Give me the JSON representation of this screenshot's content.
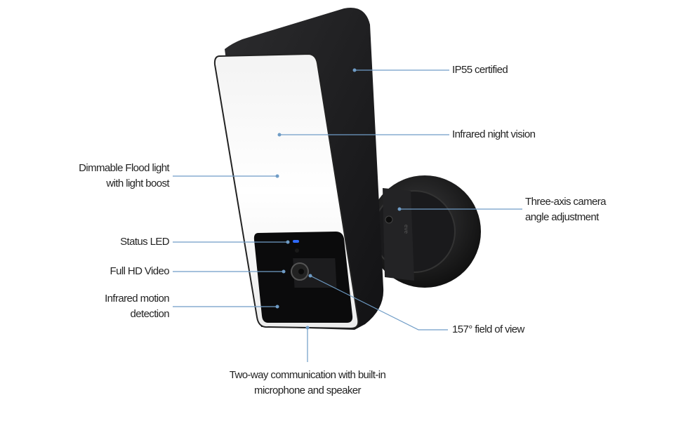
{
  "colors": {
    "leader": "#6f9cc6",
    "housing": "#1d1d1f",
    "light": "#f6f6f6",
    "led": "#2f6bff"
  },
  "product": {
    "logo_text": "eve"
  },
  "callouts": {
    "ip55": "IP55 certified",
    "night_vision": "Infrared night vision",
    "flood_1": "Dimmable Flood light",
    "flood_2": "with light boost",
    "three_axis_1": "Three-axis camera",
    "three_axis_2": "angle adjustment",
    "status_led": "Status LED",
    "full_hd": "Full HD Video",
    "motion_1": "Infrared motion",
    "motion_2": "detection",
    "fov": "157° field of view",
    "twoway_1": "Two-way communication with built-in",
    "twoway_2": "microphone and speaker"
  }
}
